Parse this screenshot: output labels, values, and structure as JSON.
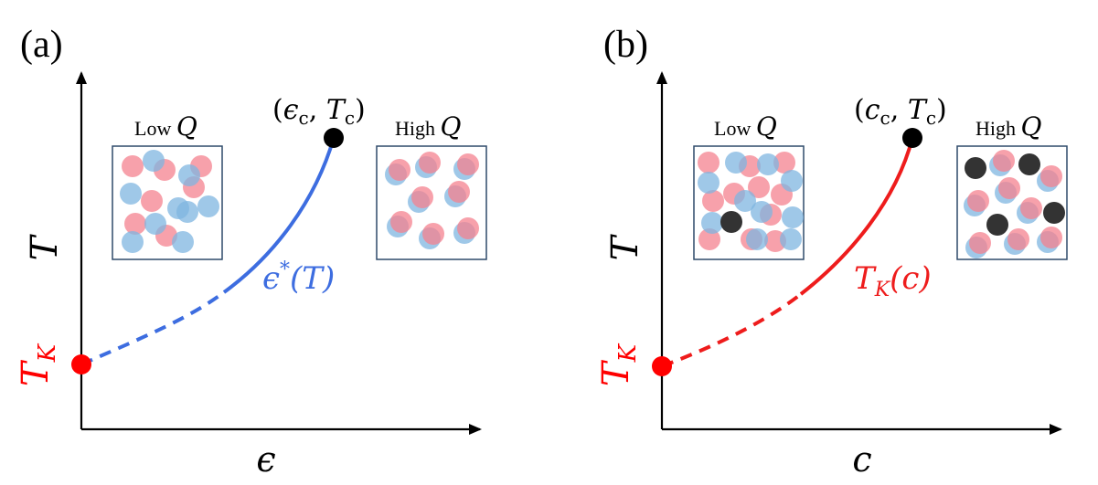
{
  "colors": {
    "axis": "#000000",
    "blue_curve": "#3d6de0",
    "red_curve": "#ee1c1c",
    "tk_point": "#ff0000",
    "critical_point": "#000000",
    "particle_red": "#f4828f",
    "particle_blue": "#7fb6e0",
    "particle_black": "#333333",
    "box_border": "#2f4a6a"
  },
  "panel_a": {
    "tag": "(a)",
    "y_axis": "T",
    "x_axis": "ϵ",
    "critical_point": {
      "eps": "ϵ",
      "sub1": "c",
      "T": "T",
      "sub2": "c"
    },
    "curve": {
      "sym": "ϵ",
      "sup": "*",
      "arg": "(T)"
    },
    "tk": {
      "base": "T",
      "sub": "K"
    },
    "low_box": {
      "prefix": "Low",
      "q": "Q"
    },
    "high_box": {
      "prefix": "High",
      "q": "Q"
    }
  },
  "panel_b": {
    "tag": "(b)",
    "y_axis": "T",
    "x_axis": "c",
    "critical_point": {
      "c": "c",
      "sub1": "c",
      "T": "T",
      "sub2": "c"
    },
    "curve": {
      "base": "T",
      "sub": "K",
      "arg": "(c)"
    },
    "tk": {
      "base": "T",
      "sub": "K"
    },
    "low_box": {
      "prefix": "Low",
      "q": "Q"
    },
    "high_box": {
      "prefix": "High",
      "q": "Q"
    }
  }
}
